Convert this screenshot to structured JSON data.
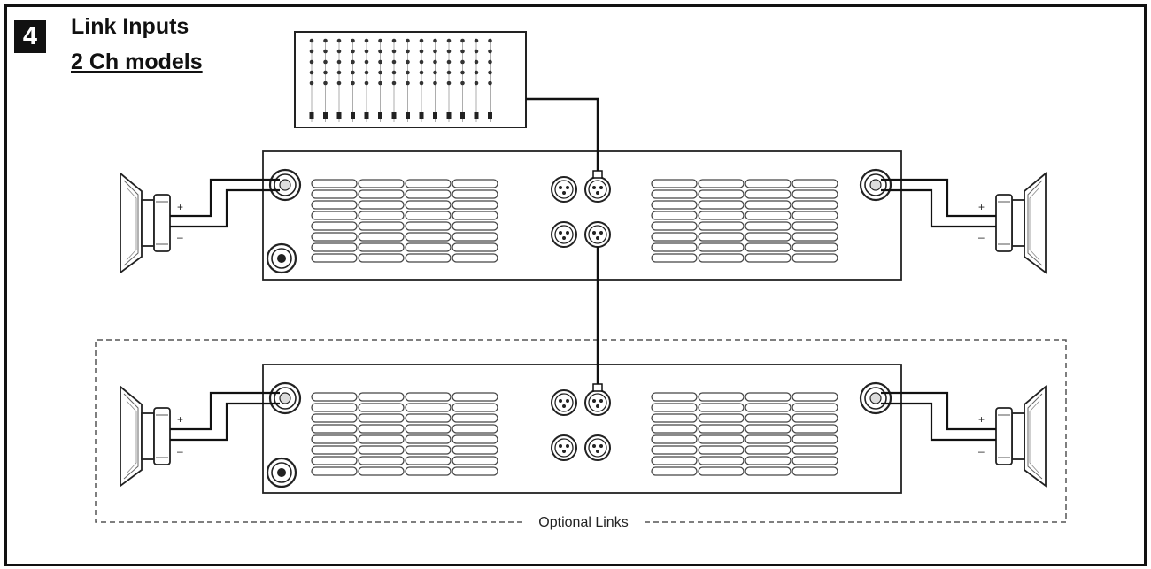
{
  "header": {
    "step_number": "4",
    "title": "Link Inputs",
    "subtitle": "2 Ch models"
  },
  "labels": {
    "optional_links": "Optional Links",
    "plus": "+",
    "minus": "–"
  },
  "colors": {
    "ink": "#111111",
    "line": "#444444",
    "paper": "#ffffff"
  }
}
